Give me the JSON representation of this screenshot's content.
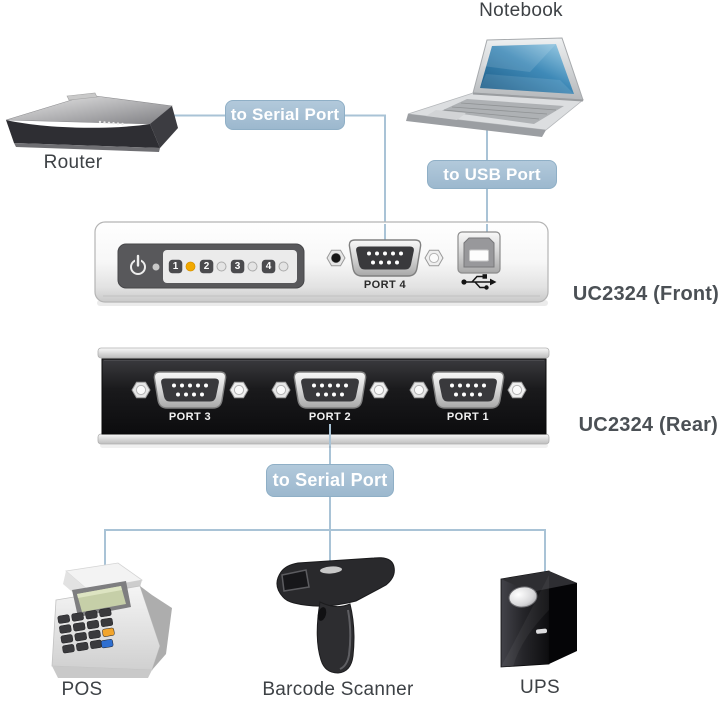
{
  "diagram": {
    "product": "UC2324",
    "front_label": "UC2324 (Front)",
    "rear_label": "UC2324 (Rear)"
  },
  "devices": {
    "notebook": "Notebook",
    "router": "Router",
    "pos": "POS",
    "barcode_scanner": "Barcode Scanner",
    "ups": "UPS"
  },
  "connections": {
    "router_to_unit": "to Serial Port",
    "notebook_to_unit": "to USB Port",
    "unit_to_devices": "to Serial Port"
  },
  "front_panel": {
    "serial_port_label": "PORT 4",
    "led_channels": [
      "1",
      "2",
      "3",
      "4"
    ],
    "active_channel": "1",
    "icons": [
      "power-icon",
      "usb-icon"
    ]
  },
  "rear_panel": {
    "ports": [
      "PORT 3",
      "PORT 2",
      "PORT 1"
    ]
  },
  "colors": {
    "badge_bg": "#a6c1d5",
    "badge_text": "#ffffff",
    "connector_line": "#a9c3d6",
    "led_active": "#f2a900",
    "led_inactive": "#e4e4e4",
    "label_text": "#3d4145",
    "panel_label_text": "#4b5055"
  }
}
